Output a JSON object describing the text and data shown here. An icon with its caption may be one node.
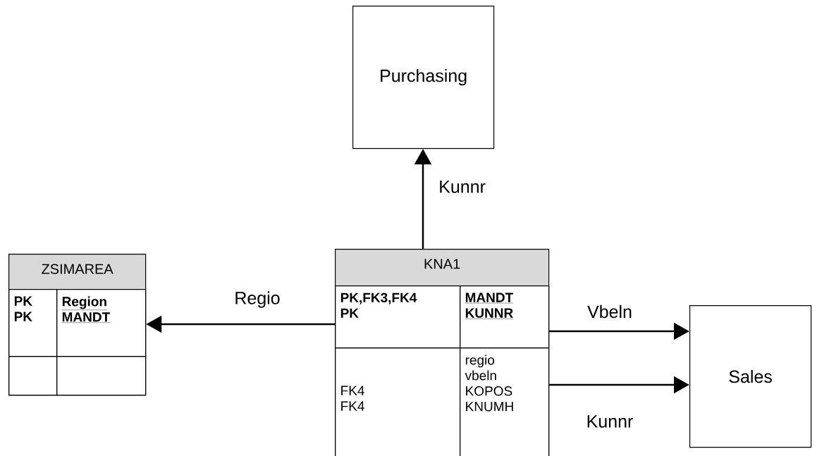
{
  "diagram": {
    "nodes": [
      {
        "text": [
          "Purchasing"
        ]
      },
      {
        "text": [
          "ZSIMAREA"
        ]
      },
      {
        "text": [
          "PK",
          "PK"
        ],
        "in": 1
      },
      {
        "text": [
          "Region",
          "MANDT"
        ],
        "in": 1
      },
      {
        "text": [],
        "shape": "box",
        "in": 1
      },
      {
        "text": [],
        "shape": "box",
        "in": 1
      },
      {
        "text": [
          "KNA1"
        ]
      },
      {
        "text": [
          "PK,FK3,FK4",
          "PK"
        ],
        "in": 6
      },
      {
        "text": [
          "MANDT",
          "KUNNR"
        ],
        "in": 6
      },
      {
        "text": [
          "FK4",
          "FK4"
        ],
        "in": 6
      },
      {
        "text": [
          "regio",
          "vbeln",
          "KOPOS",
          "KNUMH"
        ],
        "in": 6
      },
      {
        "text": [
          "Sales"
        ]
      }
    ],
    "edges": [
      {
        "from": 6,
        "to": 0,
        "arrow": "to",
        "label": "Kunnr"
      },
      {
        "from": 6,
        "to": 1,
        "arrow": "to",
        "label": "Regio"
      },
      {
        "from": 6,
        "to": 11,
        "arrow": "to",
        "label": "Vbeln"
      },
      {
        "from": 6,
        "to": 11,
        "arrow": "to",
        "label": "Kunnr"
      }
    ]
  }
}
